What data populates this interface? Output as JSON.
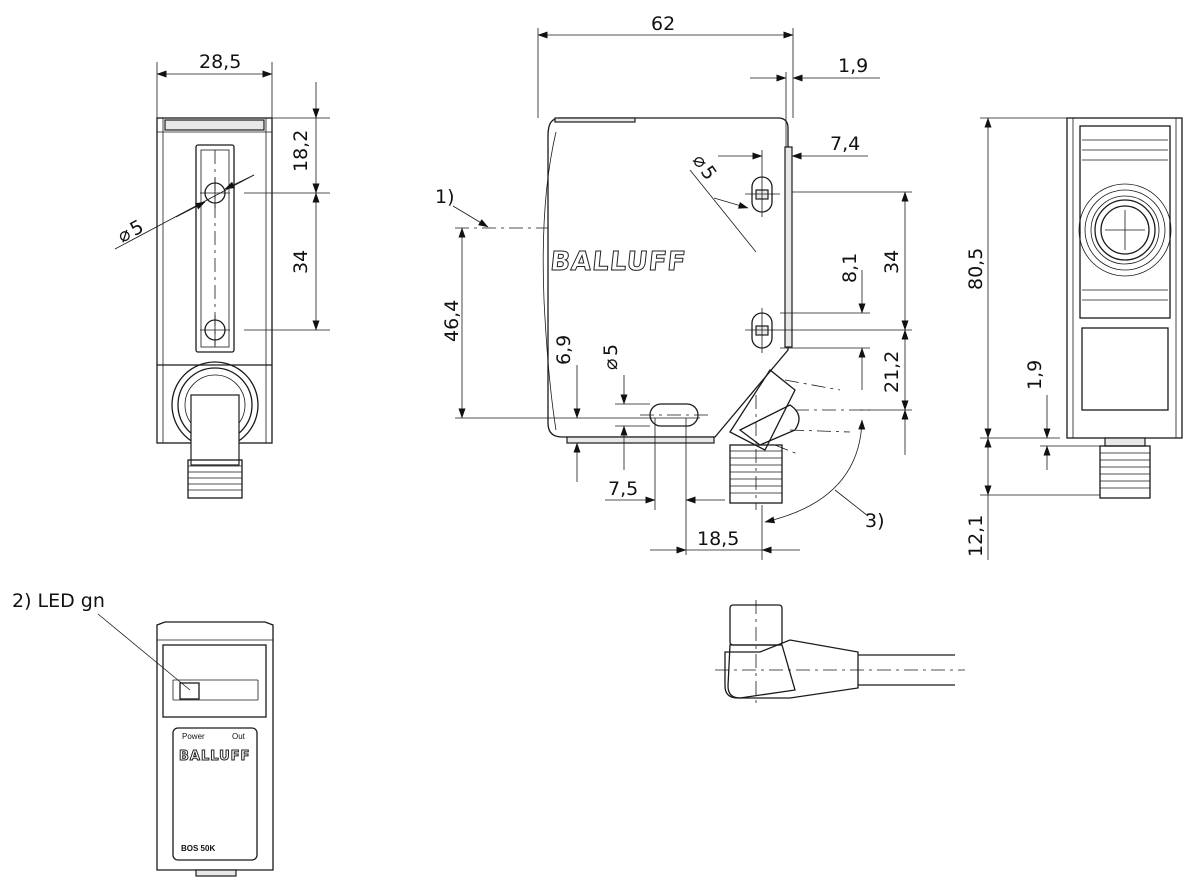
{
  "dimensions": {
    "front_width": "28,5",
    "front_top": "18,2",
    "front_spacing": "34",
    "front_hole_dia": "5",
    "side_width": "62",
    "side_offset_right": "1,9",
    "side_hole_offset": "7,4",
    "side_hole_dia": "5",
    "side_hole_spacing": "34",
    "side_hole_small": "8,1",
    "side_lower": "21,2",
    "side_height": "46,4",
    "side_bottom": "6,9",
    "side_slot_dia": "5",
    "side_slot_offset": "7,5",
    "side_connector": "18,5",
    "back_height": "80,5",
    "back_connector": "1,9",
    "back_plug": "12,1"
  },
  "callouts": {
    "c1": "1)",
    "c2": "2) LED gn",
    "c3": "3)"
  },
  "labels": {
    "brand": "BALLUFF",
    "power": "Power",
    "out": "Out",
    "model": "BOS 50K"
  },
  "symbols": {
    "diameter": "⌀"
  }
}
